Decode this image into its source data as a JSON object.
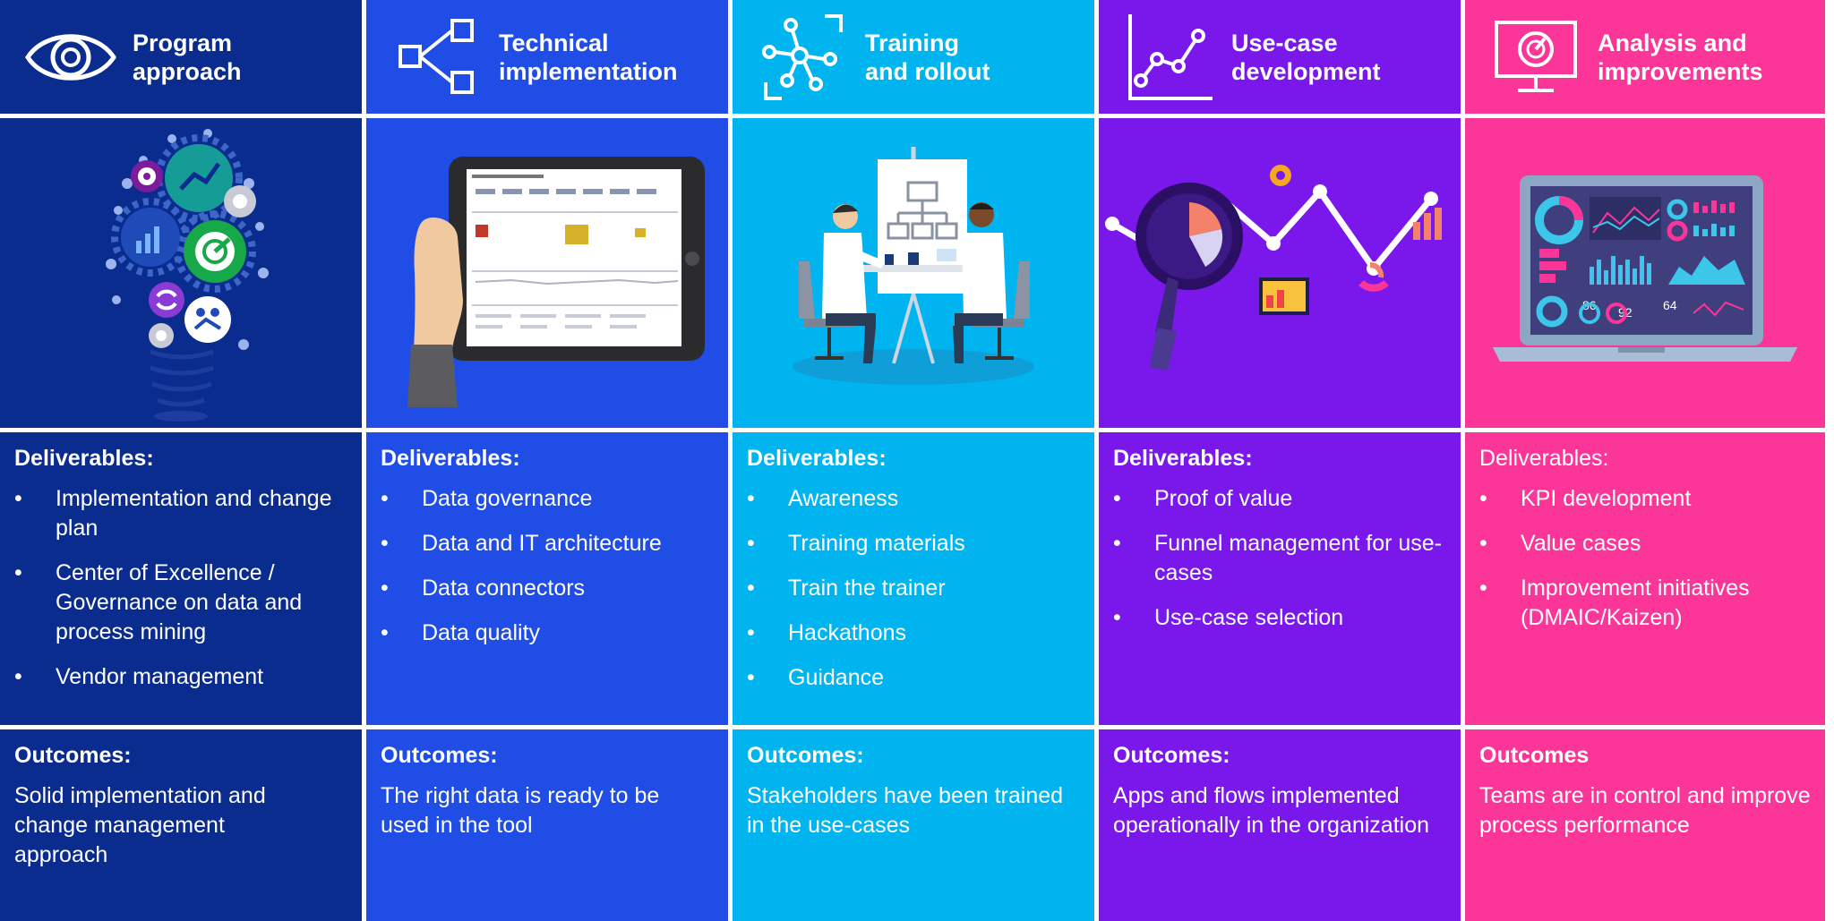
{
  "columns": [
    {
      "title": "Program\napproach",
      "icon": "eye-icon",
      "color": "#0b2c8f",
      "deliverables_label": "Deliverables:",
      "deliverables": [
        "Implementation and change plan",
        "Center of Excellence / Governance on data and process mining",
        "Vendor management"
      ],
      "outcomes_label": "Outcomes:",
      "outcome": "Solid implementation and change management approach"
    },
    {
      "title": "Technical\nimplementation",
      "icon": "network-nodes-icon",
      "color": "#1f4de6",
      "deliverables_label": "Deliverables:",
      "deliverables": [
        "Data governance",
        "Data and IT architecture",
        "Data connectors",
        "Data quality"
      ],
      "outcomes_label": "Outcomes:",
      "outcome": "The right data is ready to be used in the tool"
    },
    {
      "title": "Training\nand rollout",
      "icon": "molecule-icon",
      "color": "#00b4f0",
      "deliverables_label": "Deliverables:",
      "deliverables": [
        "Awareness",
        "Training materials",
        "Train the trainer",
        "Hackathons",
        "Guidance"
      ],
      "outcomes_label": "Outcomes:",
      "outcome": "Stakeholders have been trained in the use-cases"
    },
    {
      "title": "Use-case\ndevelopment",
      "icon": "line-chart-icon",
      "color": "#7a17ea",
      "deliverables_label": "Deliverables:",
      "deliverables": [
        "Proof of value",
        "Funnel management for use-cases",
        "Use-case selection"
      ],
      "outcomes_label": "Outcomes:",
      "outcome": "Apps and flows implemented operationally in the organization"
    },
    {
      "title": "Analysis and\nimprovements",
      "icon": "gauge-monitor-icon",
      "color": "#fc3598",
      "deliverables_label": "Deliverables:",
      "deliverables": [
        "KPI development",
        "Value cases",
        "Improvement initiatives (DMAIC/Kaizen)"
      ],
      "outcomes_label": "Outcomes",
      "outcome": "Teams are in control and improve process performance"
    }
  ],
  "dashboard": {
    "kpi_a": "86",
    "kpi_b": "92",
    "kpi_c": "64"
  }
}
